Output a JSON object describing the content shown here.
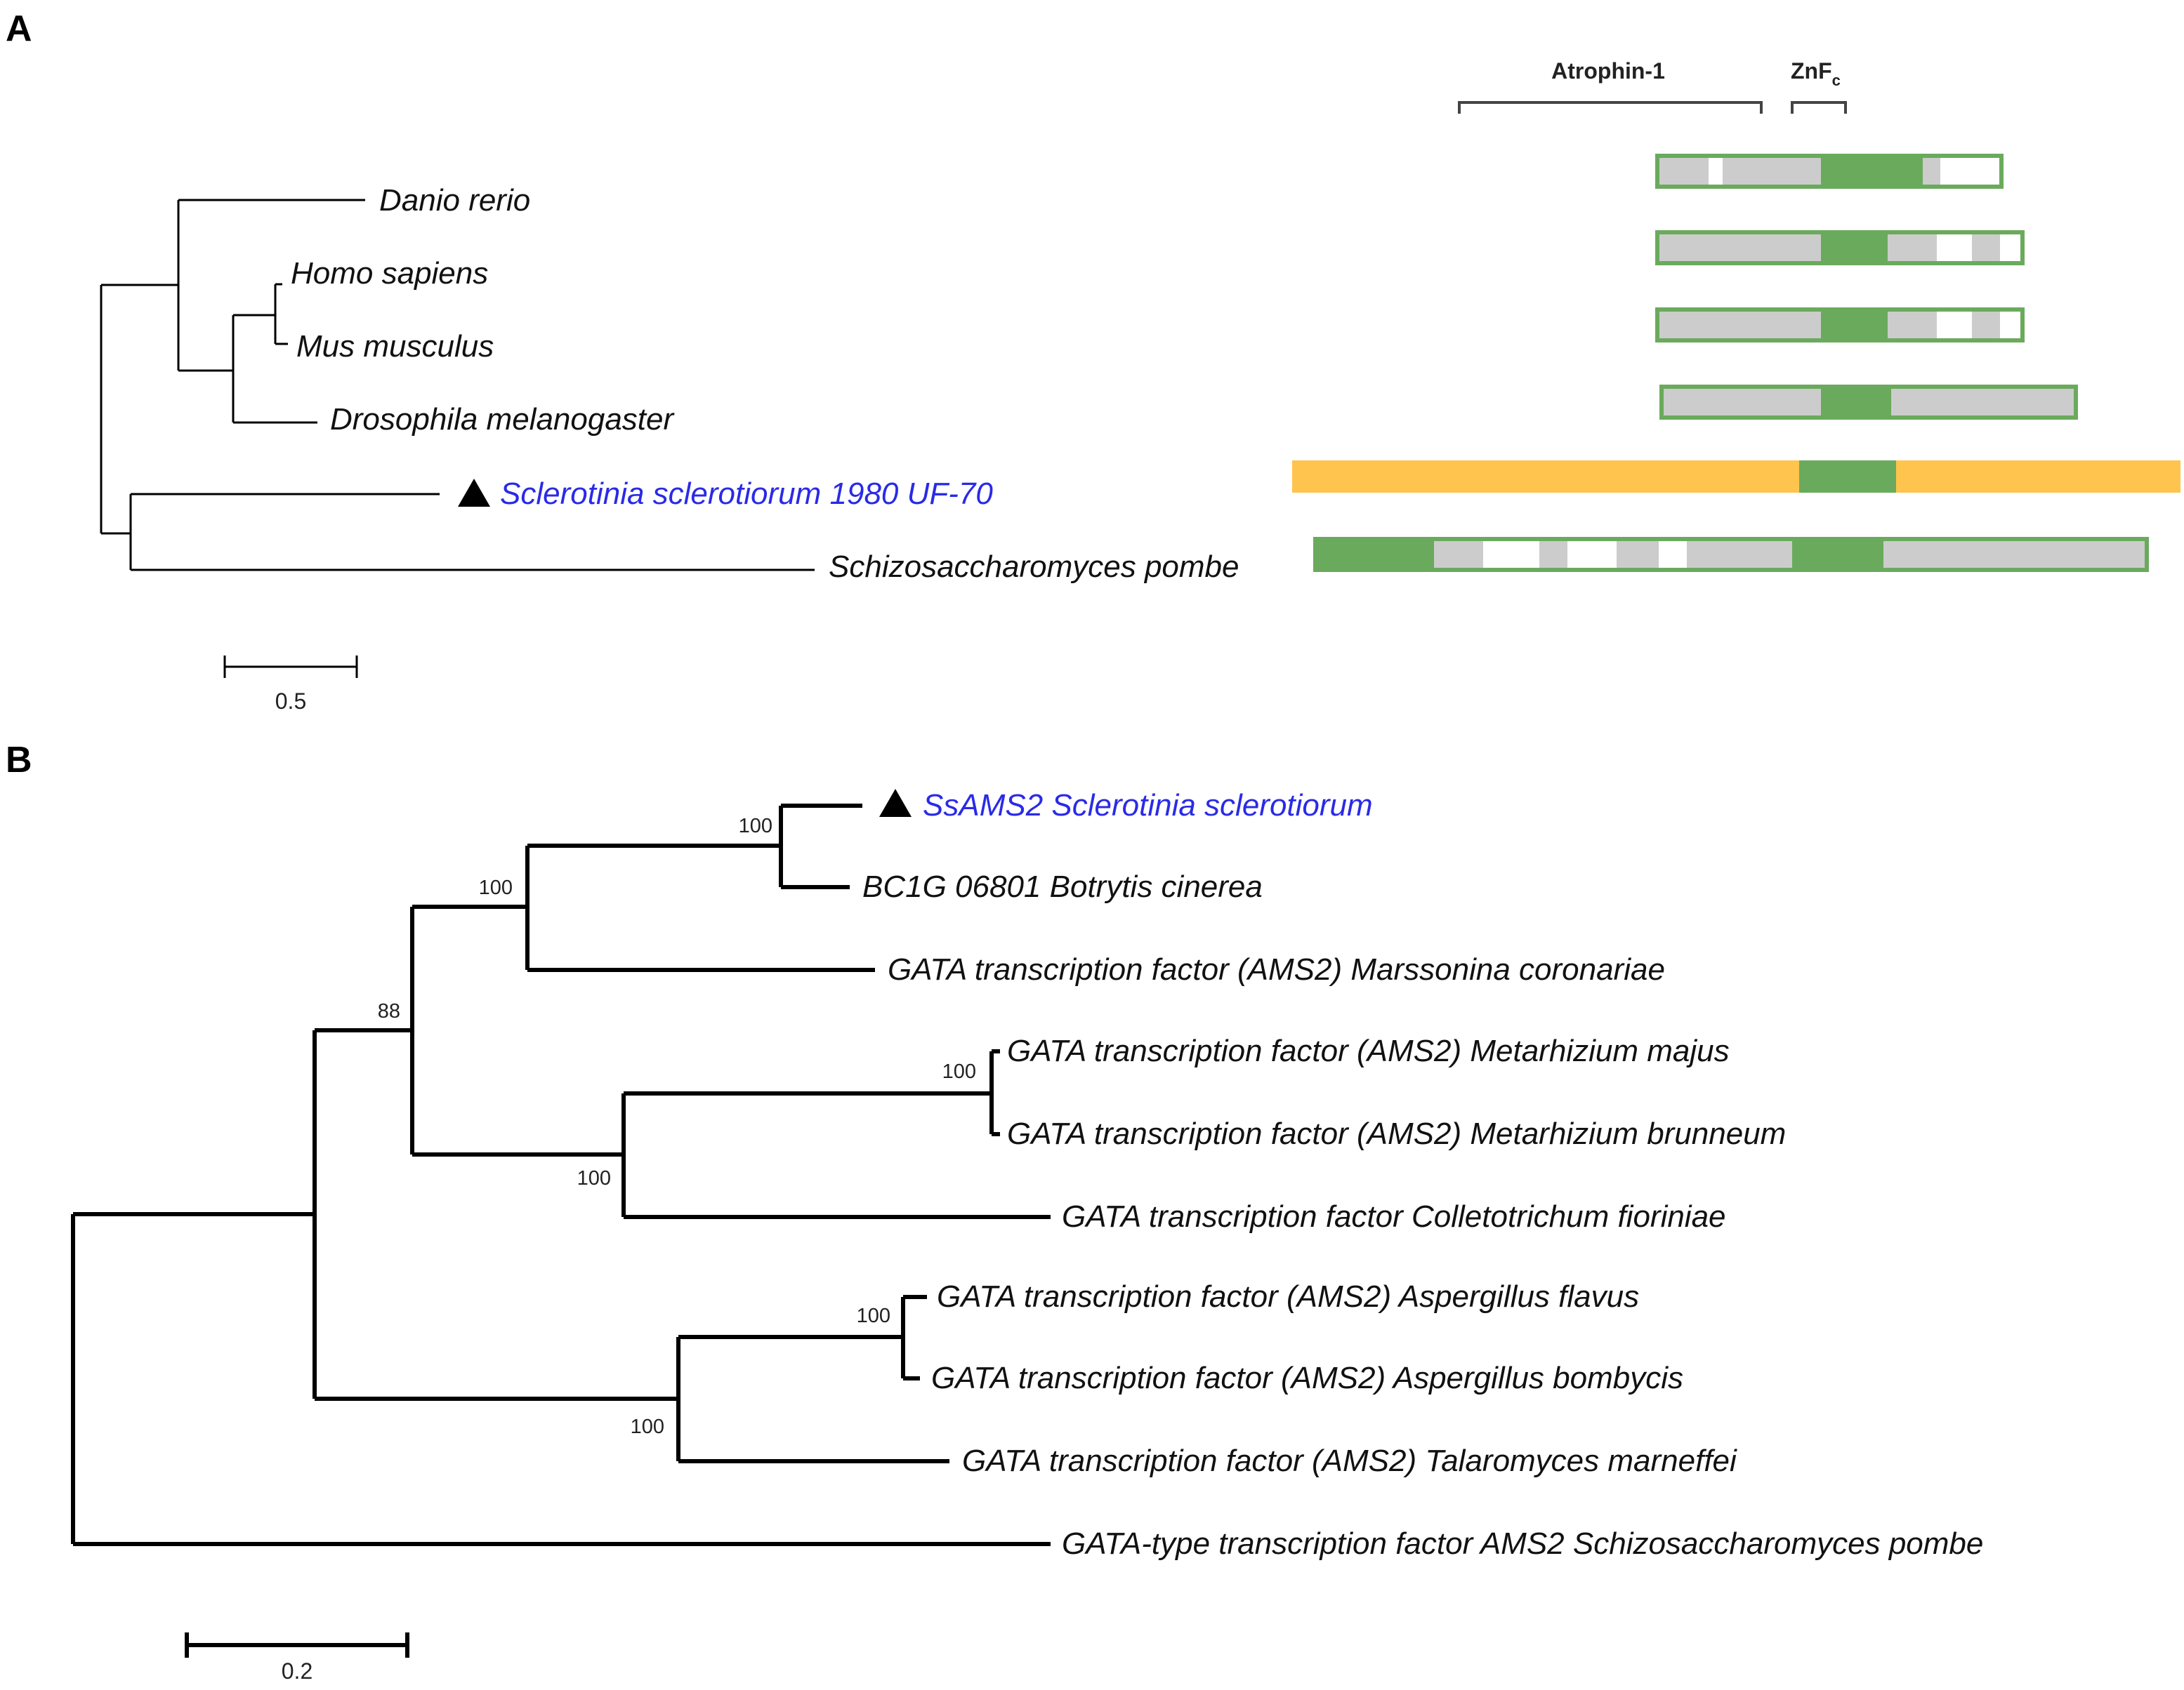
{
  "panels": [
    {
      "letter": "A"
    },
    {
      "letter": "B"
    }
  ],
  "tree_a": {
    "taxa": [
      {
        "name": "Danio rerio",
        "highlight": false,
        "marker": false
      },
      {
        "name": "Homo sapiens",
        "highlight": false,
        "marker": false
      },
      {
        "name": "Mus musculus",
        "highlight": false,
        "marker": false
      },
      {
        "name": "Drosophila melanogaster",
        "highlight": false,
        "marker": false
      },
      {
        "name": "Sclerotinia sclerotiorum 1980 UF-70",
        "highlight": true,
        "marker": true
      },
      {
        "name": "Schizosaccharomyces pombe",
        "highlight": false,
        "marker": false
      }
    ],
    "scale_bar": {
      "value": 0.5,
      "label": "0.5"
    }
  },
  "domains": {
    "labels": [
      {
        "name": "Atrophin-1",
        "subscript": ""
      },
      {
        "name": "ZnF",
        "subscript": "c"
      }
    ],
    "colors": {
      "domain": "#6aaa5c",
      "region": "#cccccc",
      "gap": "#ffffff",
      "outline": "#6aaa5c",
      "sclerotinia": "#ffc44d"
    }
  },
  "tree_b": {
    "taxa": [
      {
        "name": "SsAMS2 Sclerotinia sclerotiorum",
        "highlight": true,
        "marker": true
      },
      {
        "name": "BC1G 06801 Botrytis cinerea",
        "highlight": false,
        "marker": false
      },
      {
        "name": "GATA transcription factor (AMS2) Marssonina coronariae",
        "highlight": false,
        "marker": false
      },
      {
        "name": "GATA transcription factor (AMS2) Metarhizium majus",
        "highlight": false,
        "marker": false
      },
      {
        "name": "GATA transcription factor (AMS2) Metarhizium brunneum",
        "highlight": false,
        "marker": false
      },
      {
        "name": "GATA transcription factor Colletotrichum fioriniae",
        "highlight": false,
        "marker": false
      },
      {
        "name": "GATA transcription factor (AMS2) Aspergillus flavus",
        "highlight": false,
        "marker": false
      },
      {
        "name": "GATA transcription factor (AMS2) Aspergillus bombycis",
        "highlight": false,
        "marker": false
      },
      {
        "name": "GATA transcription factor (AMS2) Talaromyces marneffei",
        "highlight": false,
        "marker": false
      },
      {
        "name": "GATA-type transcription factor AMS2 Schizosaccharomyces pombe",
        "highlight": false,
        "marker": false
      }
    ],
    "bootstrap": [
      "100",
      "100",
      "88",
      "100",
      "100",
      "100",
      "100"
    ],
    "scale_bar": {
      "value": 0.2,
      "label": "0.2"
    }
  },
  "colors": {
    "highlight_text": "#2a2ae8",
    "branch": "#000000"
  }
}
